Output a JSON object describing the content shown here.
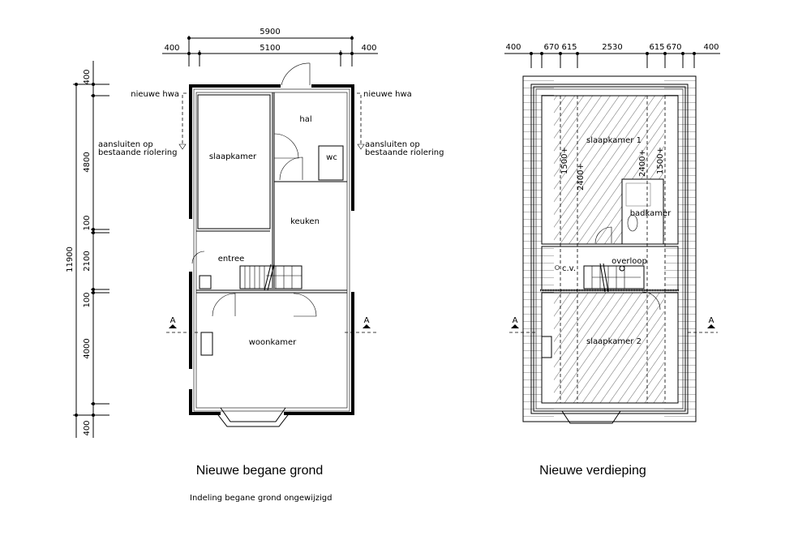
{
  "ground_floor": {
    "title": "Nieuwe begane grond",
    "note": "Indeling begane grond ongewijzigd",
    "dims_top": {
      "total": "5900",
      "inner": "5100",
      "left": "400",
      "right": "400"
    },
    "dims_side": {
      "total": "11900",
      "segments": [
        "400",
        "4800",
        "100",
        "2100",
        "100",
        "4000",
        "400"
      ]
    },
    "rooms": {
      "slaapkamer": "slaapkamer",
      "hal": "hal",
      "wc": "wc",
      "keuken": "keuken",
      "entree": "entree",
      "woonkamer": "woonkamer"
    },
    "annotations": {
      "hwa_left": "nieuwe hwa",
      "hwa_right": "nieuwe hwa",
      "sewer_left_1": "aansluiten op",
      "sewer_left_2": "bestaande riolering",
      "sewer_right_1": "aansluiten op",
      "sewer_right_2": "bestaande riolering"
    },
    "section_marks": [
      "A",
      "A"
    ]
  },
  "upper_floor": {
    "title": "Nieuwe verdieping",
    "dims_top": [
      "400",
      "670",
      "615",
      "2530",
      "615",
      "670",
      "400"
    ],
    "rooms": {
      "slaapkamer1": "slaapkamer 1",
      "badkamer": "badkamer",
      "overloop": "overloop",
      "cv": "c.v.",
      "slaapkamer2": "slaapkamer 2"
    },
    "heights": [
      "1500+",
      "2400+",
      "2400+",
      "1500+"
    ],
    "section_marks": [
      "A",
      "A"
    ]
  }
}
